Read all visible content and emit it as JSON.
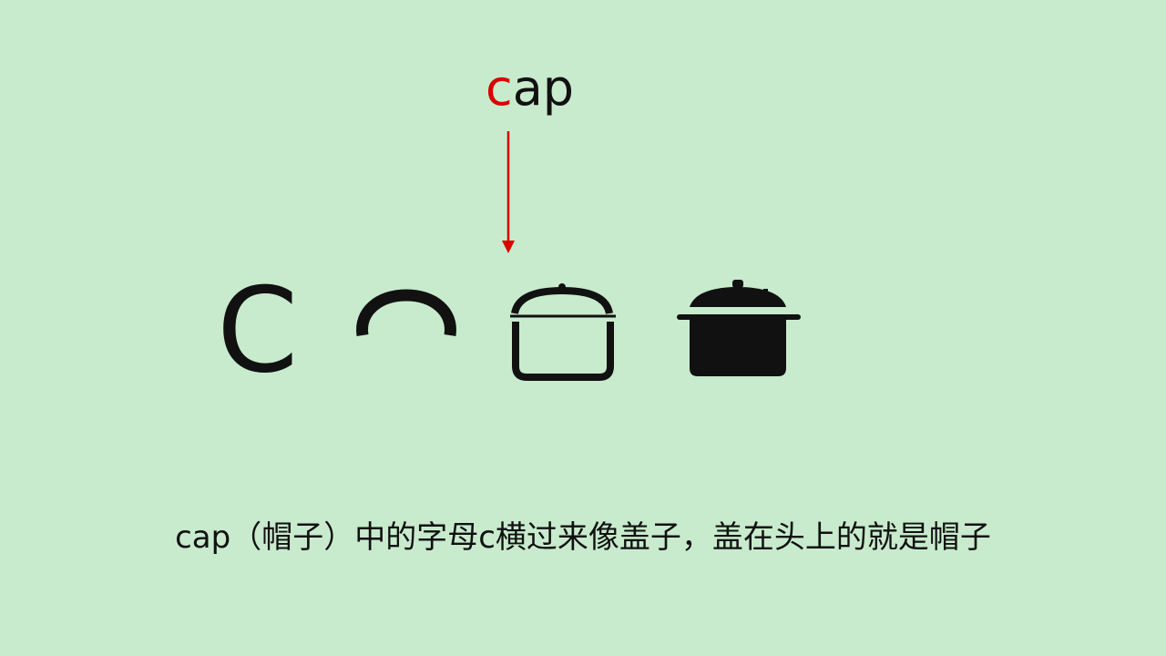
{
  "word": {
    "highlight": "c",
    "rest": "ap"
  },
  "stages": {
    "letter": "C",
    "icons": [
      "arc-lid-icon",
      "pot-outline-icon",
      "cooking-pot-icon"
    ]
  },
  "caption": "cap（帽子）中的字母c横过来像盖子，盖在头上的就是帽子",
  "colors": {
    "background": "#c8ebcd",
    "highlight": "#d90000",
    "arrow": "#d90000",
    "ink": "#111111"
  }
}
